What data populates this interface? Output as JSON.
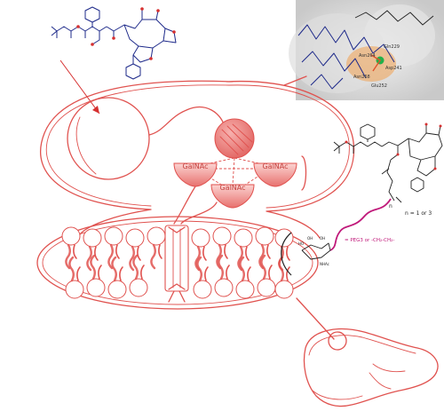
{
  "receptor": {
    "label_left": "GalNAc",
    "label_right": "GalNAc",
    "label_bottom": "GalNAc"
  },
  "protein": {
    "residues": [
      "Gln229",
      "Asn264",
      "Asp241",
      "Asn268",
      "Glu252"
    ]
  },
  "conjugate": {
    "repeat_label": "n",
    "repeat_note": "n = 1 or 3",
    "linker_note": "= PEG3 or -CH₂-CH₂-",
    "sugar_label": "NHAc",
    "sugar_oh_1": "OH",
    "sugar_oh_2": "OH",
    "sugar_ho": "HO"
  },
  "colors": {
    "sketch": "#e0524f",
    "molecule": "#1e2a8a",
    "linker": "#c0197a",
    "ligand_green": "#22b04a",
    "pocket_orange": "#f0a050"
  }
}
